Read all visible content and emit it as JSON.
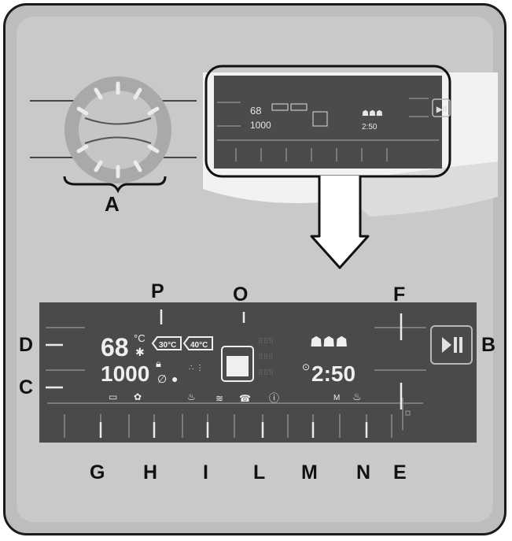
{
  "labels": {
    "A": "A",
    "B": "B",
    "C": "C",
    "D": "D",
    "E": "E",
    "F": "F",
    "G": "G",
    "H": "H",
    "I": "I",
    "L": "L",
    "M": "M",
    "N": "N",
    "O": "O",
    "P": "P"
  },
  "display": {
    "temp_value": "68",
    "temp_unit": "°C",
    "spin_value": "1000",
    "time_value": "2:50",
    "temp_badge_1": "30°C",
    "temp_badge_2": "40°C",
    "play_pause_icon": "play-pause-icon"
  },
  "colors": {
    "panel": "#4a4a4a",
    "panel_line": "#7a7a7a",
    "frame": "#c8c8c8",
    "glyph": "#f0f0f0"
  }
}
